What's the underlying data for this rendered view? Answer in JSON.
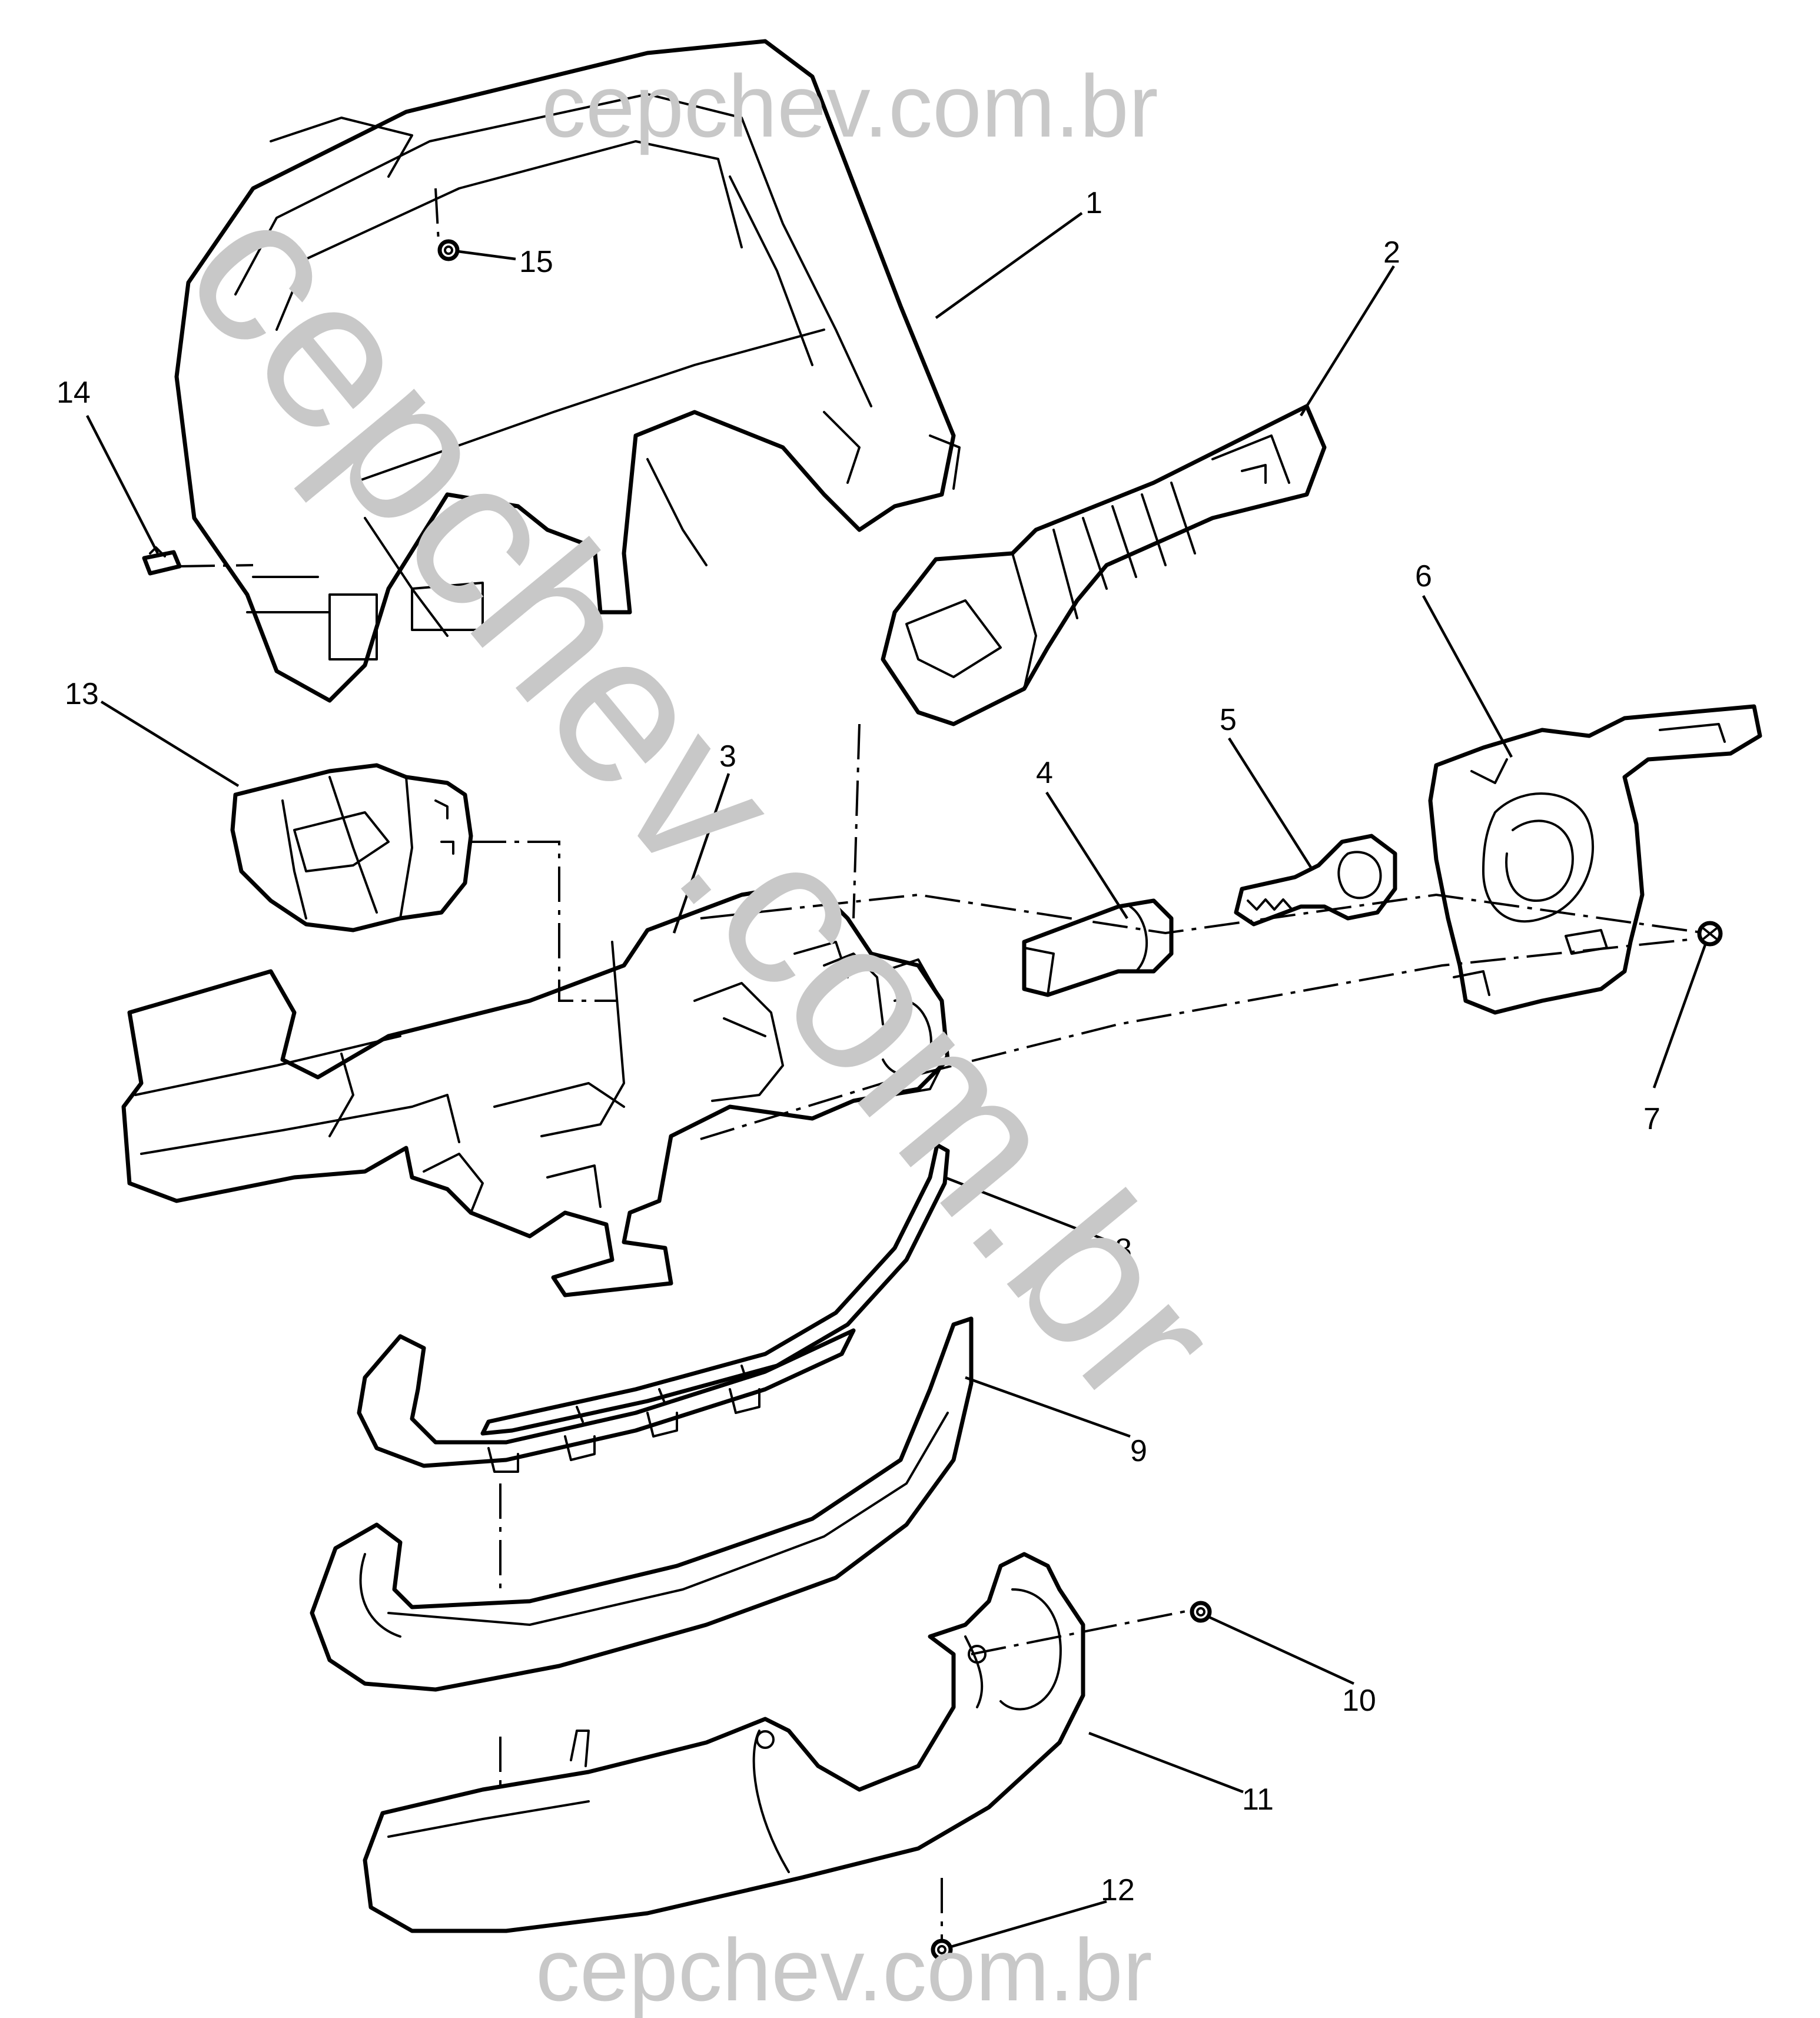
{
  "watermark": {
    "top": "cepchev.com.br",
    "diagonal": "cepchev.com.br",
    "bottom": "cepchev.com.br",
    "color": "#c8c8c8"
  },
  "callouts": [
    "1",
    "2",
    "3",
    "4",
    "5",
    "6",
    "7",
    "8",
    "9",
    "10",
    "11",
    "12",
    "13",
    "14",
    "15"
  ],
  "icons": {
    "part-1": "instrument-cluster-trim-bezel",
    "part-2": "wiper-switch-lever",
    "part-3": "steering-column-housing",
    "part-4": "ignition-lock-cylinder",
    "part-5": "ignition-key",
    "part-6": "clock-spring-coil",
    "part-7": "screw",
    "part-8": "trim-strip",
    "part-9": "upper-column-cover",
    "part-10": "screw",
    "part-11": "lower-column-cover",
    "part-12": "screw",
    "part-13": "turn-signal-switch-lever",
    "part-14": "retaining-clip",
    "part-15": "screw"
  },
  "colors": {
    "line": "#000000",
    "background": "#ffffff"
  }
}
